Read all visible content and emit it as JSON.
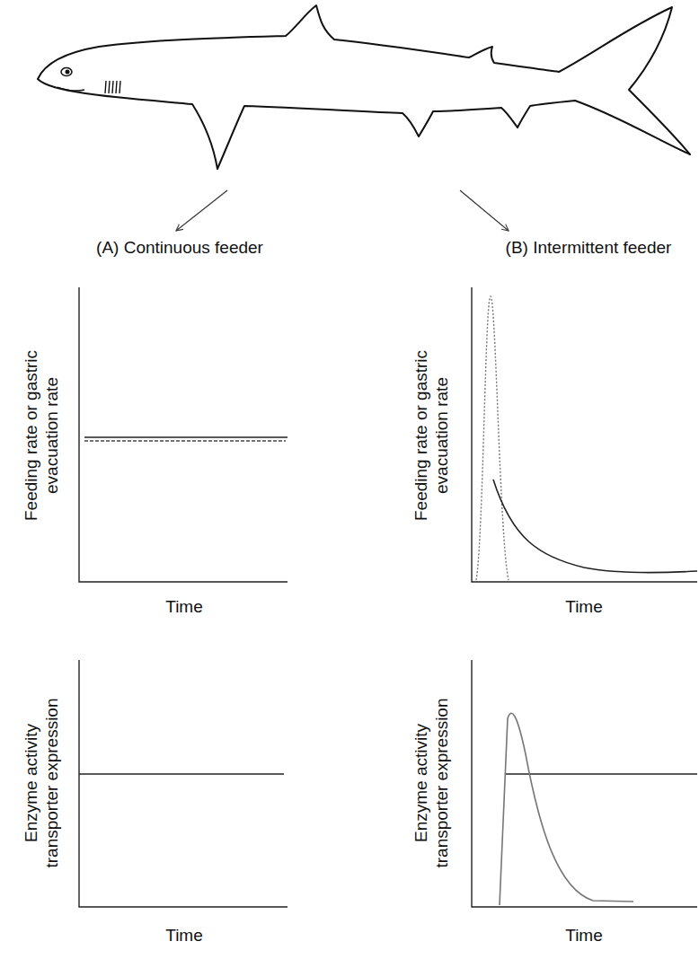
{
  "diagram": {
    "labels": [
      "(A) Continuous feeder",
      "(B) Intermittent feeder",
      "Feeding rate or gastric evacuation rate",
      "Time",
      "Feeding rate or gastric evacuation rate",
      "Time",
      "Enzyme activity transporter expression",
      "Time",
      "Enzyme activity transporter expression",
      "Time"
    ]
  }
}
